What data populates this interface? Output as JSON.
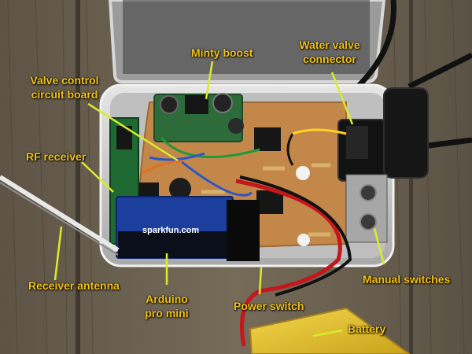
{
  "labels": {
    "minty_boost": "Minty boost",
    "water_valve_line1": "Water valve",
    "water_valve_line2": "connector",
    "valve_control_line1": "Valve control",
    "valve_control_line2": "circuit board",
    "rf_receiver": "RF receiver",
    "receiver_antenna": "Receiver antenna",
    "arduino_line1": "Arduino",
    "arduino_line2": "pro mini",
    "power_switch": "Power switch",
    "battery": "Battery",
    "manual_switches": "Manual switches"
  },
  "board_print": {
    "brand": "sparkfun.com"
  },
  "colors": {
    "label": "#f2c21b",
    "pointer": "#d6ee2a",
    "wood": "#6b6150",
    "tin": "#c9c9c9",
    "board": "#c4874a"
  }
}
